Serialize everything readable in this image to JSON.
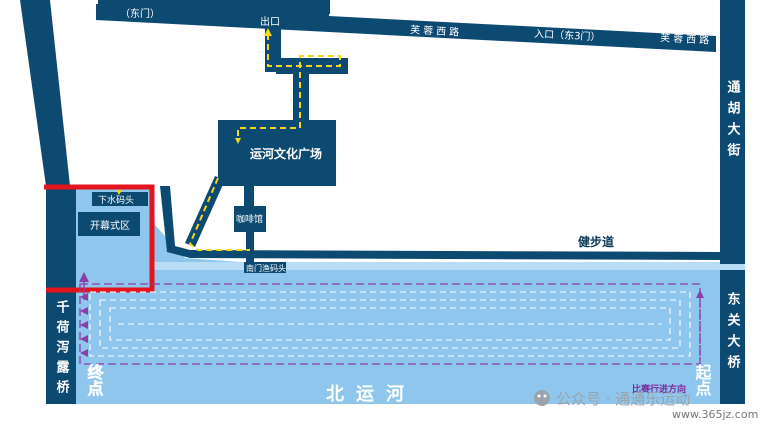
{
  "labels": {
    "dongmen_top": "（东门）",
    "exit": "出口",
    "furong_road_1": "芙蓉西路",
    "entrance": "入口（东3门）",
    "furong_road_2": "芙蓉西路",
    "tonghu_street": "通胡大街",
    "culture_square": "运河文化广场",
    "pier": "下水码头",
    "opening_area": "开幕式区",
    "cafe": "咖啡馆",
    "south_gate_pier": "南门渔码头",
    "footpath": "健步道",
    "dongguan_bridge": "东关大桥",
    "qianhe_bridge": "千荷泻露桥",
    "finish": "终点",
    "start": "起点",
    "north_canal": "北运河",
    "race_direction": "比赛行进方向"
  },
  "watermark": {
    "account": "公众号 · 通通乐运动",
    "site": "www.365jz.com"
  },
  "colors": {
    "road": "#0d4a72",
    "water": "#8ec6ee",
    "route_yellow": "#f2d51c",
    "lane_purple": "#8a3fa6",
    "zone_red": "#e3141b",
    "label_text": "#ffffff",
    "race_label": "#7a2d9e",
    "finish_text": "#8ecae6"
  }
}
